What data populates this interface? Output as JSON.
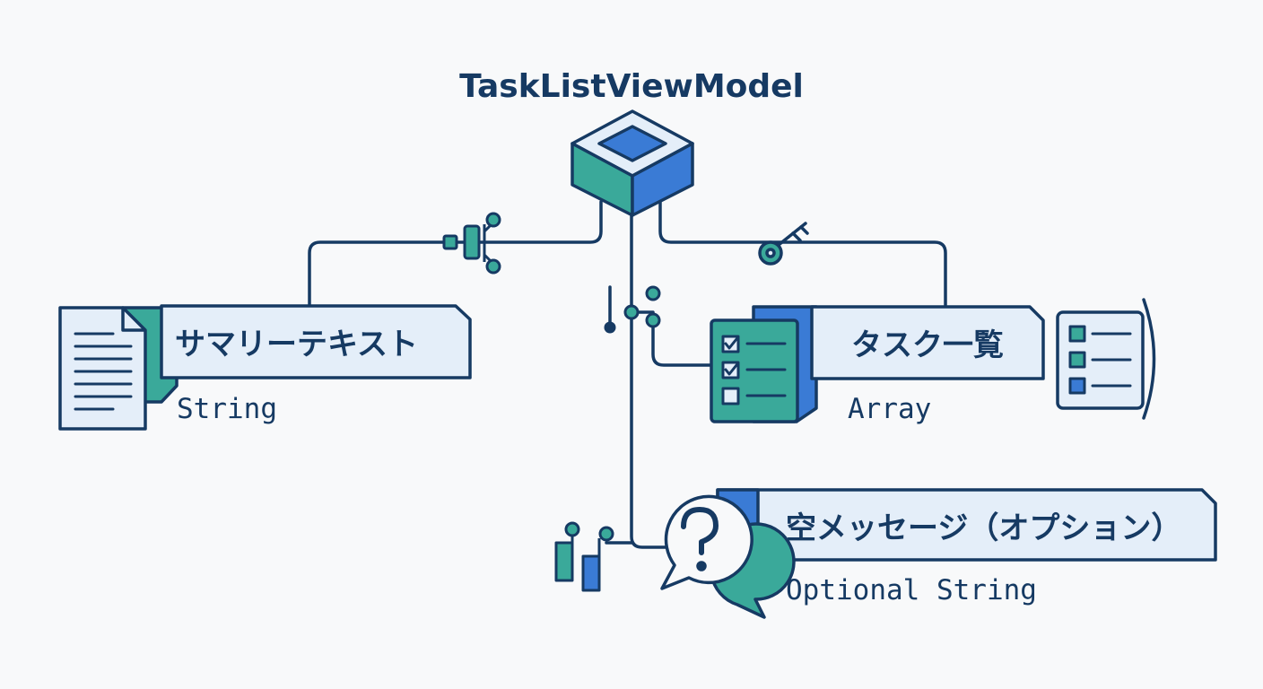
{
  "diagram": {
    "title": "TaskListViewModel",
    "properties": [
      {
        "label": "サマリーテキスト",
        "type": "String",
        "icon": "document-icon"
      },
      {
        "label": "タスク一覧",
        "type": "Array",
        "icon": "checklist-icon"
      },
      {
        "label": "空メッセージ（オプション）",
        "type": "Optional String",
        "icon": "question-bubble-icon"
      }
    ]
  },
  "colors": {
    "navy": "#163a63",
    "teal": "#3aa99a",
    "blue": "#3a7bd5",
    "panel": "#e4eef9",
    "background": "#f8f9fa"
  }
}
